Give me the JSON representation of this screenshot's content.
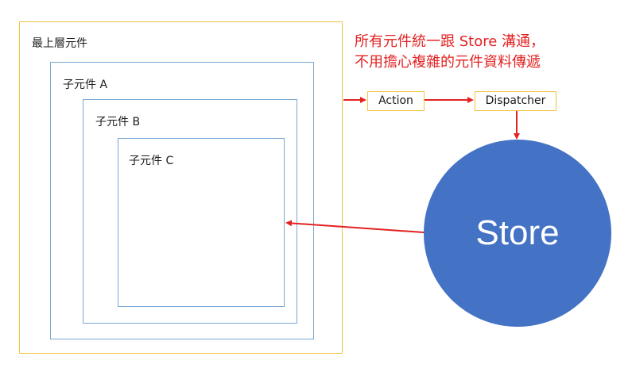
{
  "top_component": {
    "label": "最上層元件"
  },
  "component_a": {
    "label": "子元件 A"
  },
  "component_b": {
    "label": "子元件 B"
  },
  "component_c": {
    "label": "子元件 C"
  },
  "note": {
    "line1": "所有元件統一跟 Store 溝通，",
    "line2": "不用擔心複雜的元件資料傳遞"
  },
  "flow": {
    "action": "Action",
    "dispatcher": "Dispatcher",
    "store": "Store"
  },
  "colors": {
    "outer_border": "#F5C242",
    "inner_border": "#7AA7D6",
    "arrow": "#E32222",
    "note_text": "#E32222",
    "store_fill": "#4472C4"
  }
}
